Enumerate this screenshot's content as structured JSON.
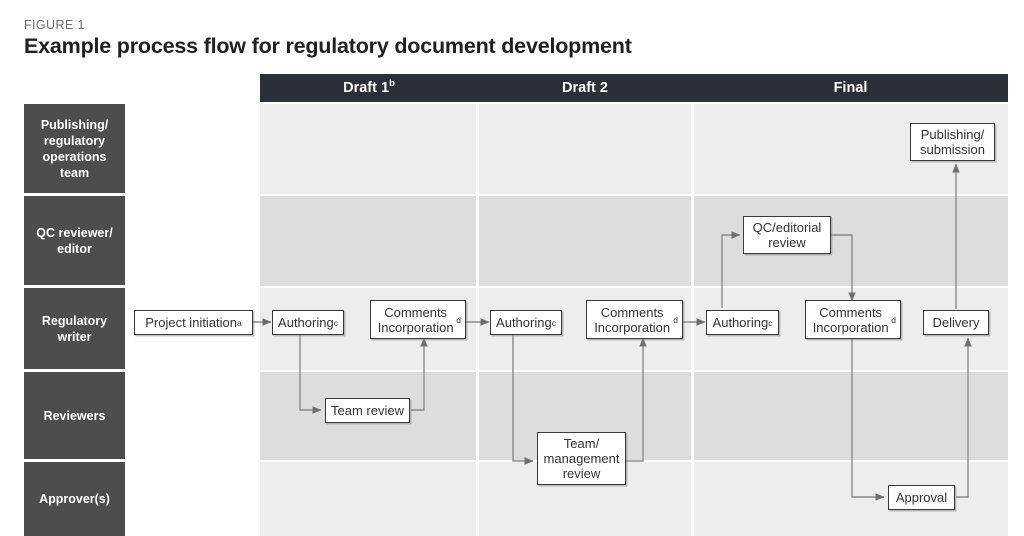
{
  "figure": {
    "label": "FIGURE 1",
    "title": "Example process flow for regulatory document development"
  },
  "columns": [
    {
      "id": "draft1",
      "label": "Draft 1",
      "superscript": "b"
    },
    {
      "id": "draft2",
      "label": "Draft 2",
      "superscript": ""
    },
    {
      "id": "final",
      "label": "Final",
      "superscript": ""
    }
  ],
  "rows": [
    {
      "id": "publishing-ops",
      "label": "Publishing/ regulatory operations team",
      "shade": "light"
    },
    {
      "id": "qc-reviewer",
      "label": "QC reviewer/ editor",
      "shade": "dark"
    },
    {
      "id": "regulatory-writer",
      "label": "Regulatory writer",
      "shade": "light"
    },
    {
      "id": "reviewers",
      "label": "Reviewers",
      "shade": "dark"
    },
    {
      "id": "approvers",
      "label": "Approver(s)",
      "shade": "light"
    }
  ],
  "nodes": [
    {
      "id": "project-initiation",
      "label": "Project initiation",
      "superscript": "a",
      "row": "regulatory-writer",
      "column": "pre"
    },
    {
      "id": "authoring-1",
      "label": "Authoring",
      "superscript": "c",
      "row": "regulatory-writer",
      "column": "draft1"
    },
    {
      "id": "comments-incorporation-1",
      "label": "Comments Incorporation",
      "superscript": "d",
      "row": "regulatory-writer",
      "column": "draft1"
    },
    {
      "id": "team-review",
      "label": "Team review",
      "superscript": "",
      "row": "reviewers",
      "column": "draft1"
    },
    {
      "id": "authoring-2",
      "label": "Authoring",
      "superscript": "c",
      "row": "regulatory-writer",
      "column": "draft2"
    },
    {
      "id": "comments-incorporation-2",
      "label": "Comments Incorporation",
      "superscript": "d",
      "row": "regulatory-writer",
      "column": "draft2"
    },
    {
      "id": "team-management-review",
      "label": "Team/ management review",
      "superscript": "",
      "row": "reviewers",
      "column": "draft2"
    },
    {
      "id": "authoring-3",
      "label": "Authoring",
      "superscript": "c",
      "row": "regulatory-writer",
      "column": "final"
    },
    {
      "id": "qc-editorial-review",
      "label": "QC/editorial review",
      "superscript": "",
      "row": "qc-reviewer",
      "column": "final"
    },
    {
      "id": "comments-incorporation-3",
      "label": "Comments Incorporation",
      "superscript": "d",
      "row": "regulatory-writer",
      "column": "final"
    },
    {
      "id": "approval",
      "label": "Approval",
      "superscript": "",
      "row": "approvers",
      "column": "final"
    },
    {
      "id": "delivery",
      "label": "Delivery",
      "superscript": "",
      "row": "regulatory-writer",
      "column": "final"
    },
    {
      "id": "publishing-submission",
      "label": "Publishing/ submission",
      "superscript": "",
      "row": "publishing-ops",
      "column": "final"
    }
  ],
  "edges": [
    {
      "from": "project-initiation",
      "to": "authoring-1"
    },
    {
      "from": "authoring-1",
      "to": "team-review"
    },
    {
      "from": "team-review",
      "to": "comments-incorporation-1"
    },
    {
      "from": "comments-incorporation-1",
      "to": "authoring-2"
    },
    {
      "from": "authoring-2",
      "to": "team-management-review"
    },
    {
      "from": "team-management-review",
      "to": "comments-incorporation-2"
    },
    {
      "from": "comments-incorporation-2",
      "to": "authoring-3"
    },
    {
      "from": "authoring-3",
      "to": "qc-editorial-review"
    },
    {
      "from": "qc-editorial-review",
      "to": "comments-incorporation-3"
    },
    {
      "from": "comments-incorporation-3",
      "to": "approval"
    },
    {
      "from": "approval",
      "to": "delivery"
    },
    {
      "from": "delivery",
      "to": "publishing-submission"
    }
  ],
  "colors": {
    "header_bar": "#2b2f38",
    "role_block": "#4d4d4d",
    "band_light": "#ededed",
    "band_dark": "#dddddd",
    "box_border": "#3a3a3a",
    "connector": "#7a7a7a",
    "title_text": "#231f20",
    "label_text": "#6e6e6e"
  }
}
